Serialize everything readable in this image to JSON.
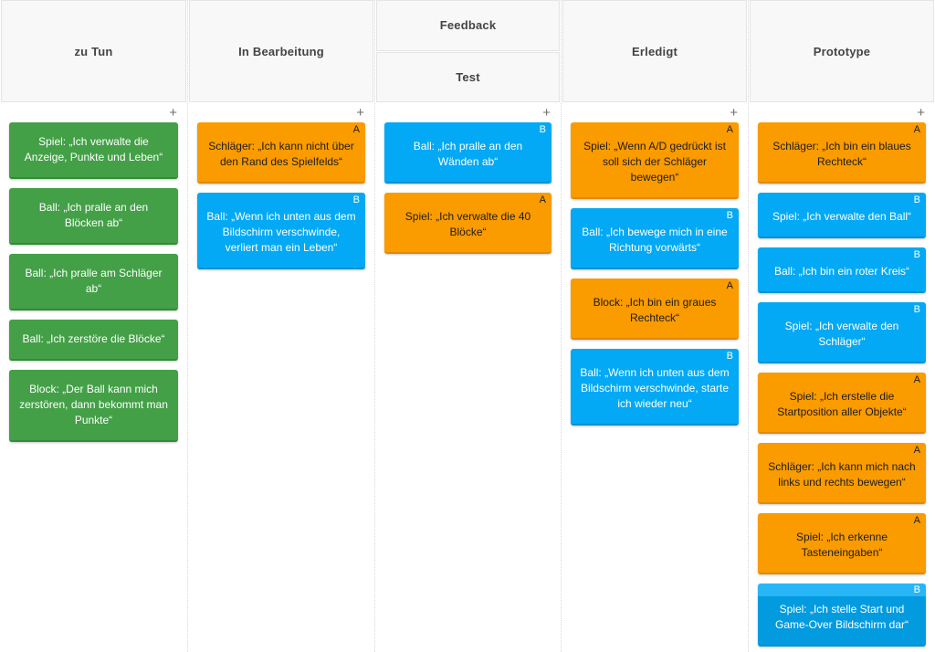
{
  "board": {
    "add_card_label": "+",
    "colors": {
      "green": "#43a047",
      "orange": "#fa9b00",
      "blue": "#03a9f4",
      "header_bg": "#f8f8f8",
      "page_bg": "#ffffff"
    },
    "columns": [
      {
        "id": "zu-tun",
        "headers": [
          "zu Tun"
        ],
        "cards": [
          {
            "text": "Spiel: „Ich verwalte die Anzeige, Punkte und Leben“",
            "color": "green",
            "badge": ""
          },
          {
            "text": "Ball: „Ich pralle an den Blöcken ab“",
            "color": "green",
            "badge": ""
          },
          {
            "text": "Ball: „Ich pralle am Schläger ab“",
            "color": "green",
            "badge": ""
          },
          {
            "text": "Ball: „Ich zerstöre die Blöcke“",
            "color": "green",
            "badge": ""
          },
          {
            "text": "Block: „Der Ball kann mich zerstören, dann bekommt man Punkte“",
            "color": "green",
            "badge": ""
          }
        ]
      },
      {
        "id": "in-bearbeitung",
        "headers": [
          "In Bearbeitung"
        ],
        "cards": [
          {
            "text": "Schläger: „Ich kann nicht über den Rand des Spielfelds“",
            "color": "orange",
            "badge": "A"
          },
          {
            "text": "Ball: „Wenn ich unten aus dem Bildschirm verschwinde, verliert man ein Leben“",
            "color": "blue",
            "badge": "B"
          }
        ]
      },
      {
        "id": "feedback-test",
        "headers": [
          "Feedback",
          "Test"
        ],
        "cards": [
          {
            "text": "Ball: „Ich pralle an den Wänden ab“",
            "color": "blue",
            "badge": "B"
          },
          {
            "text": "Spiel: „Ich verwalte die 40 Blöcke“",
            "color": "orange",
            "badge": "A"
          }
        ]
      },
      {
        "id": "erledigt",
        "headers": [
          "Erledigt"
        ],
        "cards": [
          {
            "text": "Spiel: „Wenn A/D gedrückt ist soll sich der Schläger bewegen“",
            "color": "orange",
            "badge": "A"
          },
          {
            "text": "Ball: „Ich bewege mich in eine Richtung vorwärts“",
            "color": "blue",
            "badge": "B"
          },
          {
            "text": "Block: „Ich bin ein graues Rechteck“",
            "color": "orange",
            "badge": "A"
          },
          {
            "text": "Ball: „Wenn ich unten aus dem Bildschirm verschwinde, starte ich wieder neu“",
            "color": "blue",
            "badge": "B"
          }
        ]
      },
      {
        "id": "prototype",
        "headers": [
          "Prototype"
        ],
        "cards": [
          {
            "text": "Schläger: „Ich bin ein blaues Rechteck“",
            "color": "orange",
            "badge": "A"
          },
          {
            "text": "Spiel: „Ich verwalte den Ball“",
            "color": "blue",
            "badge": "B"
          },
          {
            "text": "Ball: „Ich bin ein roter Kreis“",
            "color": "blue",
            "badge": "B"
          },
          {
            "text": "Spiel: „Ich verwalte den Schläger“",
            "color": "blue",
            "badge": "B"
          },
          {
            "text": "Spiel: „Ich erstelle die Startposition aller Objekte“",
            "color": "orange",
            "badge": "A"
          },
          {
            "text": "Schläger: „Ich kann mich nach links und rechts bewegen“",
            "color": "orange",
            "badge": "A"
          },
          {
            "text": "Spiel: „Ich erkenne Tasteneingaben“",
            "color": "orange",
            "badge": "A"
          },
          {
            "text": "Spiel: „Ich stelle Start und Game-Over Bildschirm dar“",
            "color": "blue",
            "badge": "B",
            "selected": true
          }
        ]
      }
    ]
  }
}
